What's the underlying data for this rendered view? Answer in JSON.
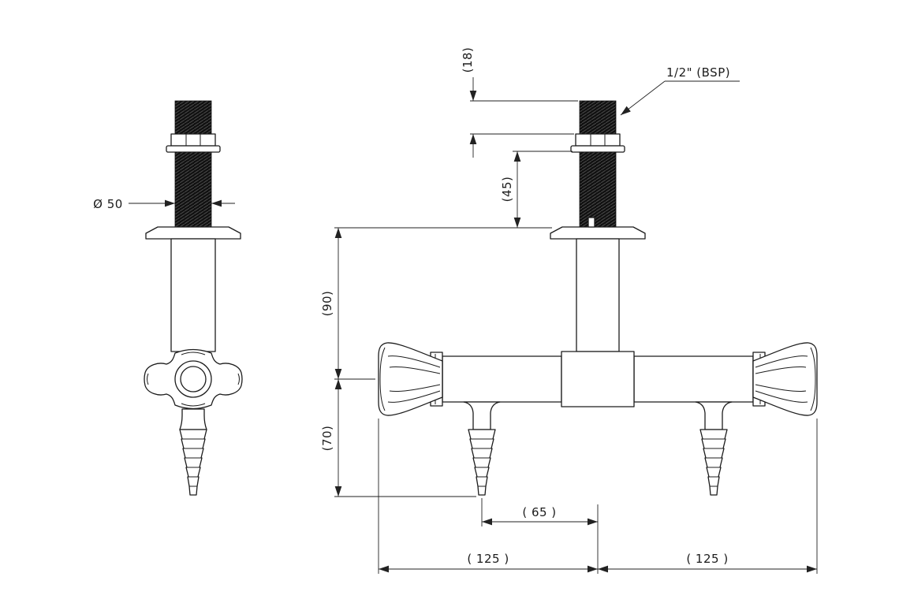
{
  "drawing": {
    "labels": {
      "diameter": "Ø 50",
      "thread": "1/2\" (BSP)",
      "dim_18": "(18)",
      "dim_45": "(45)",
      "dim_90": "(90)",
      "dim_70": "(70)",
      "dim_65": "( 65 )",
      "dim_125_left": "( 125 )",
      "dim_125_right": "( 125 )"
    },
    "colors": {
      "line": "#1c1c1c",
      "thread_fill": "#111111",
      "background": "#ffffff"
    }
  }
}
